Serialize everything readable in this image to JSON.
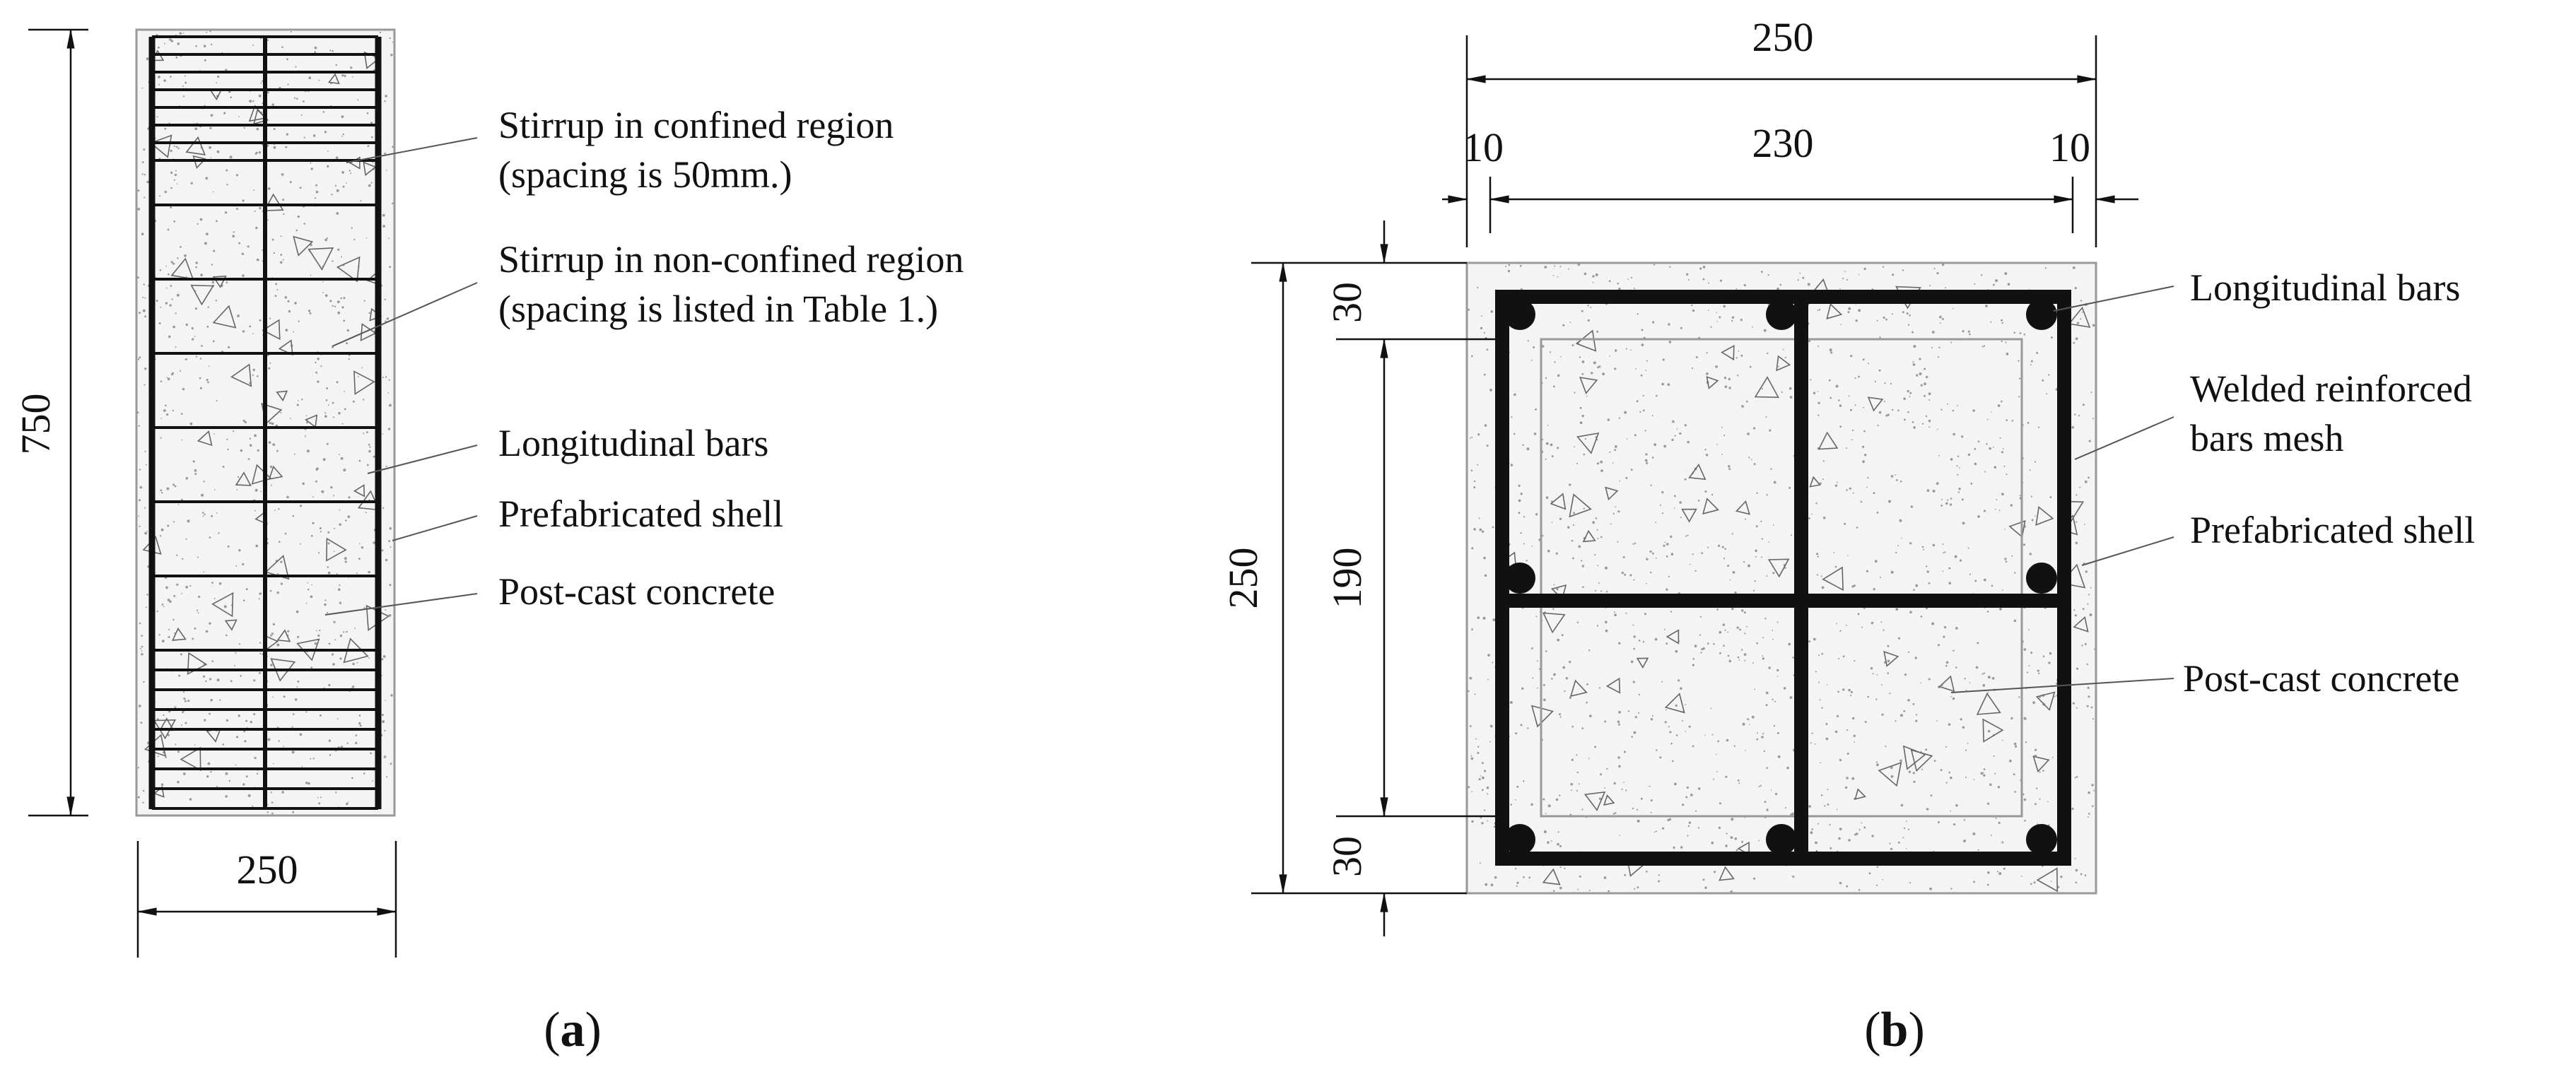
{
  "panel_a": {
    "dimensions": {
      "height": "750",
      "width": "250"
    },
    "labels": {
      "stirrup_confined_1": "Stirrup in confined region",
      "stirrup_confined_2": "(spacing is 50mm.)",
      "stirrup_nonconfined_1": "Stirrup in non-confined region",
      "stirrup_nonconfined_2": "(spacing is listed in Table 1.)",
      "longitudinal_bars": "Longitudinal bars",
      "prefabricated_shell": "Prefabricated shell",
      "post_cast_concrete": "Post-cast concrete"
    },
    "caption": {
      "open": "(",
      "letter": "a",
      "close": ")"
    }
  },
  "panel_b": {
    "dimensions": {
      "total_width": "250",
      "cover_left": "10",
      "inner_width": "230",
      "cover_right": "10",
      "total_height": "250",
      "top_cover": "30",
      "core_height": "190",
      "bottom_cover": "30"
    },
    "labels": {
      "longitudinal_bars": "Longitudinal bars",
      "welded_mesh_1": "Welded reinforced",
      "welded_mesh_2": "bars mesh",
      "prefabricated_shell": "Prefabricated shell",
      "post_cast_concrete": "Post-cast concrete"
    },
    "caption": {
      "open": "(",
      "letter": "b",
      "close": ")"
    }
  },
  "colors": {
    "line": "#111111",
    "shell_fill": "#f4f4f4",
    "speckle": "#9a9a9a"
  }
}
